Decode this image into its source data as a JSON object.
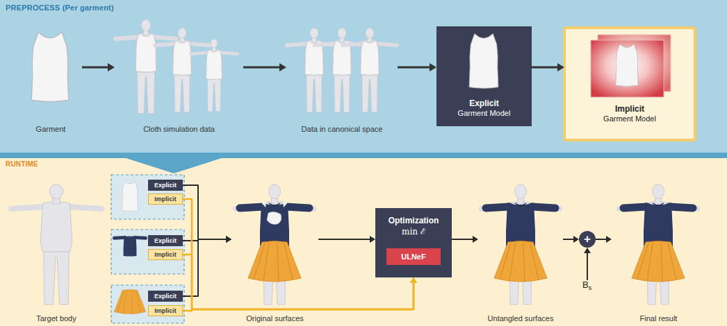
{
  "diagram": {
    "nodes": [
      {
        "text": [
          "PREPROCESS (Per garment)"
        ]
      },
      {
        "text": [
          "Garment"
        ],
        "in": 0
      },
      {
        "text": [
          "Cloth simulation data"
        ],
        "in": 0
      },
      {
        "text": [
          "Data in canonical space"
        ],
        "in": 0
      },
      {
        "text": [
          "Explicit",
          "Garment Model"
        ],
        "in": 0
      },
      {
        "text": [
          "Implicit",
          "Garment Model"
        ],
        "in": 0
      },
      {
        "text": [
          "RUNTIME"
        ]
      },
      {
        "text": [
          "Target body"
        ],
        "in": 6
      },
      {
        "text": [
          "Explicit"
        ],
        "in": 6
      },
      {
        "text": [
          "Implicit"
        ],
        "in": 6
      },
      {
        "text": [
          "Explicit"
        ],
        "in": 6
      },
      {
        "text": [
          "Implicit"
        ],
        "in": 6
      },
      {
        "text": [
          "Explicit"
        ],
        "in": 6
      },
      {
        "text": [
          "Implicit"
        ],
        "in": 6
      },
      {
        "text": [
          "Original surfaces"
        ],
        "in": 6
      },
      {
        "text": [
          "Optimization",
          "min ℰ"
        ],
        "in": 6
      },
      {
        "text": [
          "ULNeF"
        ],
        "in": 15
      },
      {
        "text": [
          "Untangled surfaces"
        ],
        "in": 6
      },
      {
        "text": [
          "+"
        ],
        "in": 6
      },
      {
        "text": [
          "B",
          "s"
        ],
        "in": 6
      },
      {
        "text": [
          "Final result"
        ],
        "in": 6
      }
    ],
    "edges": [
      {
        "from": 1,
        "to": 2,
        "arrow": "to"
      },
      {
        "from": 2,
        "to": 3,
        "arrow": "to"
      },
      {
        "from": 3,
        "to": 4,
        "arrow": "to"
      },
      {
        "from": 4,
        "to": 5,
        "arrow": "to"
      },
      {
        "from": 8,
        "to": 14,
        "arrow": "to"
      },
      {
        "from": 10,
        "to": 14,
        "arrow": "to"
      },
      {
        "from": 12,
        "to": 14,
        "arrow": "to"
      },
      {
        "from": 9,
        "to": 15,
        "arrow": "to"
      },
      {
        "from": 11,
        "to": 15,
        "arrow": "to"
      },
      {
        "from": 13,
        "to": 15,
        "arrow": "to"
      },
      {
        "from": 14,
        "to": 15,
        "arrow": "to"
      },
      {
        "from": 15,
        "to": 17,
        "arrow": "to"
      },
      {
        "from": 17,
        "to": 18,
        "arrow": "to"
      },
      {
        "from": 19,
        "to": 18,
        "arrow": "to"
      },
      {
        "from": 18,
        "to": 20,
        "arrow": "to"
      }
    ]
  }
}
